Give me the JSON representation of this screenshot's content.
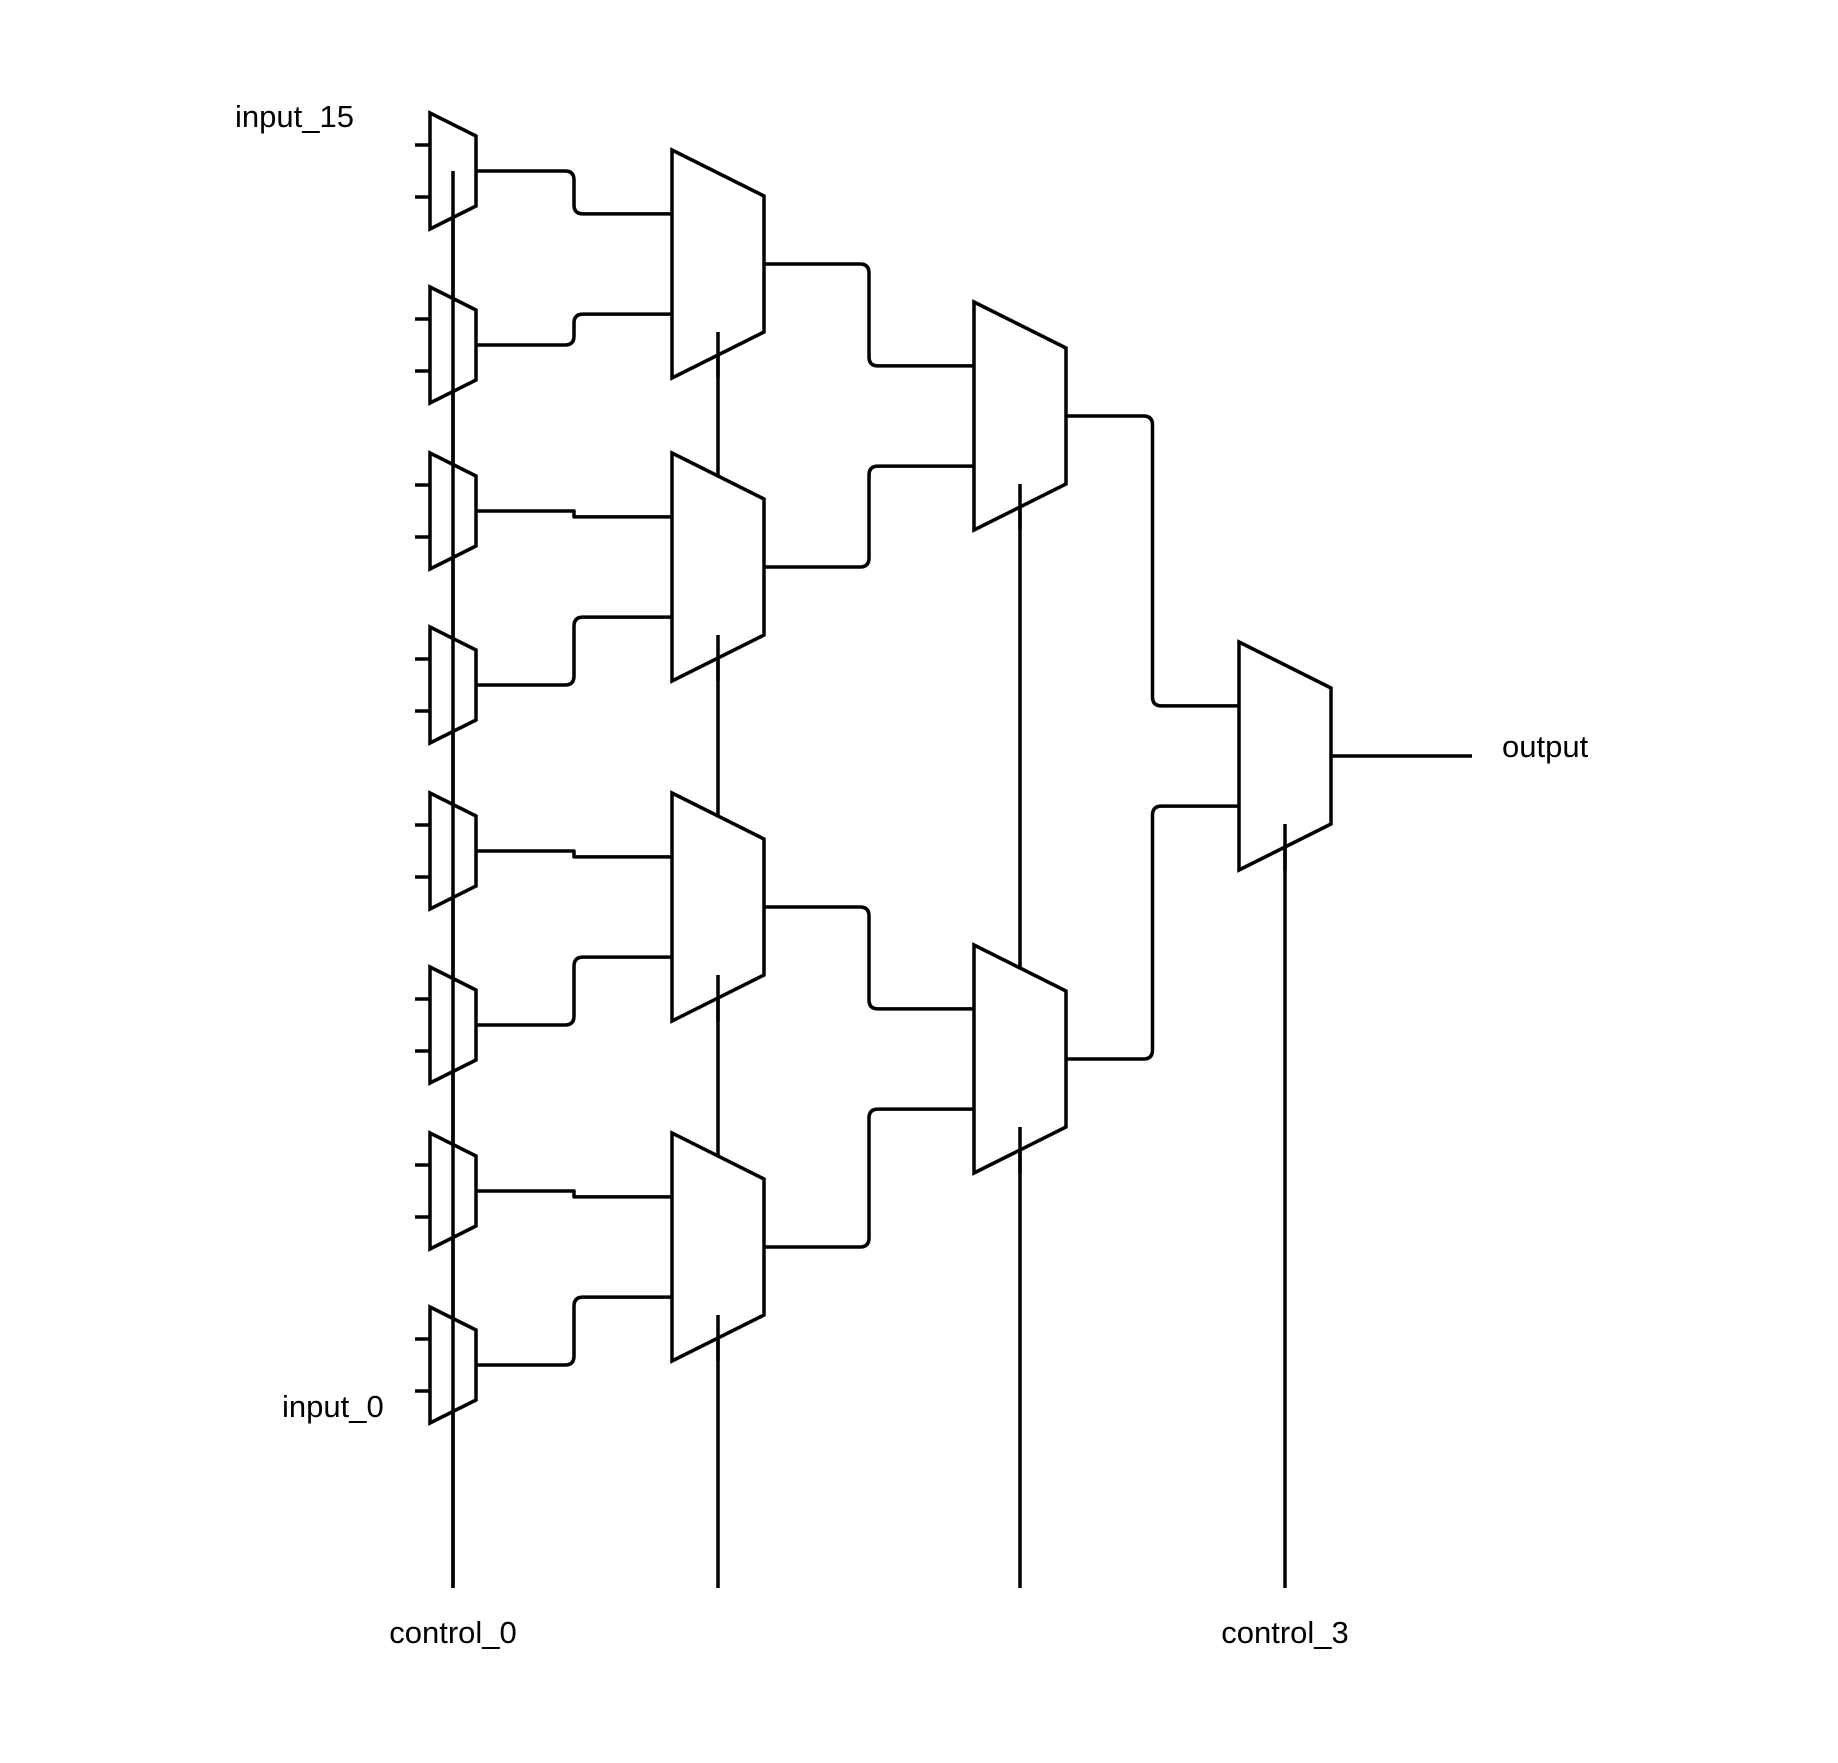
{
  "labels": {
    "input_top": "input_15",
    "input_bottom": "input_0",
    "output": "output",
    "control_first": "control_0",
    "control_last": "control_3"
  },
  "colors": {
    "stroke": "#000000",
    "background": "#ffffff"
  },
  "structure": {
    "stages": 4,
    "muxes_per_stage": [
      8,
      4,
      2,
      1
    ],
    "inputs_per_mux": 2
  }
}
